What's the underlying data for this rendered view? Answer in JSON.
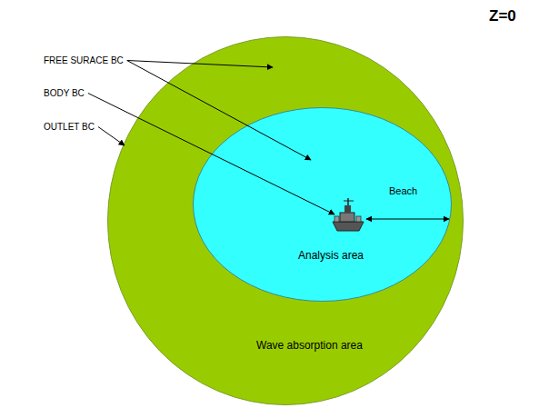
{
  "diagram": {
    "nodes": [
      {
        "text": [
          "Wave absorption area"
        ]
      },
      {
        "text": [
          "Analysis area"
        ],
        "in": 0
      }
    ],
    "labels": [
      "Z=0",
      "FREE SURACE BC",
      "BODY BC",
      "OUTLET BC",
      "Beach"
    ]
  }
}
